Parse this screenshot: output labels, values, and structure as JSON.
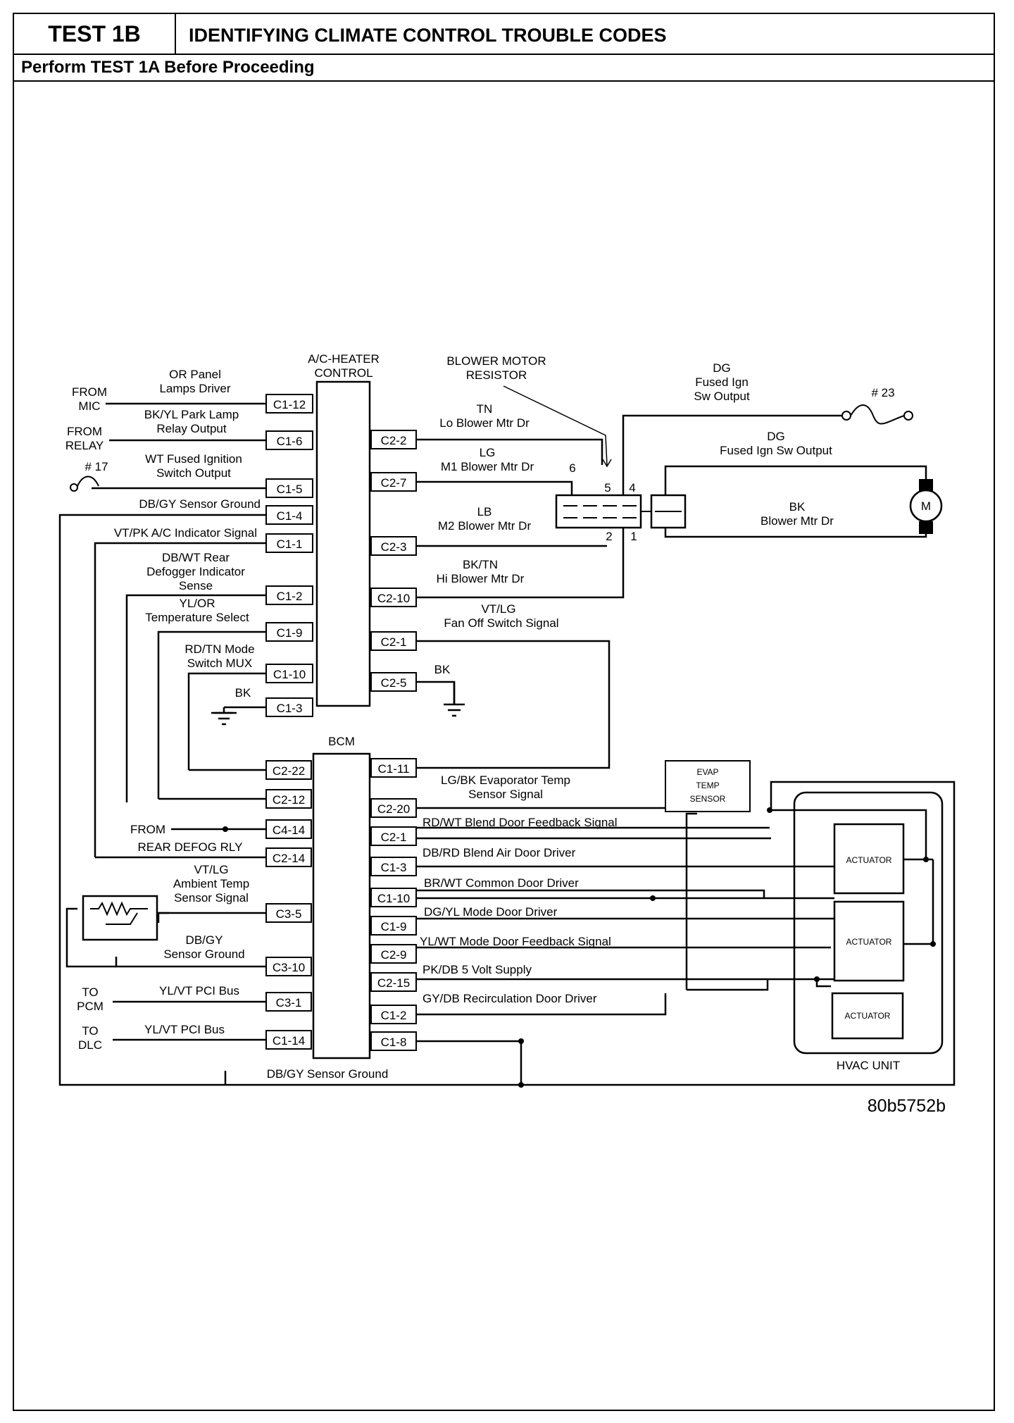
{
  "header": {
    "test_id": "TEST 1B",
    "title": "IDENTIFYING CLIMATE CONTROL TROUBLE CODES",
    "subtitle": "Perform TEST 1A Before Proceeding"
  },
  "modules": {
    "ac_heater": [
      "A/C-HEATER",
      "CONTROL"
    ],
    "bcm": "BCM",
    "blower_resistor": [
      "BLOWER MOTOR",
      "RESISTOR"
    ],
    "evap_sensor": [
      "EVAP",
      "TEMP",
      "SENSOR"
    ],
    "actuator": "ACTUATOR",
    "hvac_unit": "HVAC UNIT",
    "motor": "M",
    "fuse23": "# 23",
    "fuse17": "# 17"
  },
  "ac_left_pins": [
    "C1-12",
    "C1-6",
    "C1-5",
    "C1-4",
    "C1-1",
    "C1-2",
    "C1-9",
    "C1-10",
    "C1-3"
  ],
  "ac_right_pins": [
    "C2-2",
    "C2-7",
    "C2-3",
    "C2-10",
    "C2-1",
    "C2-5"
  ],
  "bcm_left_pins": [
    "C2-22",
    "C2-12",
    "C4-14",
    "C2-14",
    "C3-5",
    "C3-10",
    "C3-1",
    "C1-14"
  ],
  "bcm_right_pins": [
    "C1-11",
    "C2-20",
    "C2-1",
    "C1-3",
    "C1-10",
    "C1-9",
    "C2-9",
    "C2-15",
    "C1-2",
    "C1-8"
  ],
  "resistor_pins": [
    "5",
    "4",
    "6",
    "2",
    "1"
  ],
  "left_labels": {
    "from_mic": [
      "FROM",
      "MIC"
    ],
    "from_relay": [
      "FROM",
      "RELAY"
    ],
    "or_panel": [
      "OR Panel",
      "Lamps Driver"
    ],
    "bkyl_park": [
      "BK/YL Park Lamp",
      "Relay Output"
    ],
    "wt_fused": [
      "WT Fused Ignition",
      "Switch Output"
    ],
    "dbgy_ground": "DB/GY Sensor Ground",
    "vtpk": "VT/PK A/C Indicator Signal",
    "dbwt_rear": [
      "DB/WT Rear",
      "Defogger Indicator",
      "Sense"
    ],
    "ylor": [
      "YL/OR",
      "Temperature Select"
    ],
    "rdtn": [
      "RD/TN Mode",
      "Switch MUX"
    ],
    "bk_ground": "BK",
    "from_rear_defog": [
      "FROM",
      "REAR DEFOG RLY"
    ],
    "vtlg_ambient": [
      "VT/LG",
      "Ambient Temp",
      "Sensor Signal"
    ],
    "dbgy_sensor_ground": [
      "DB/GY",
      "Sensor Ground"
    ],
    "to_pcm": [
      "TO",
      "PCM"
    ],
    "to_dlc": [
      "TO",
      "DLC"
    ],
    "ylvt_pci_1": "YL/VT PCI Bus",
    "ylvt_pci_2": "YL/VT PCI Bus",
    "bottom_ground": "DB/GY Sensor Ground"
  },
  "right_labels": {
    "tn": [
      "TN",
      "Lo Blower Mtr Dr"
    ],
    "lg": [
      "LG",
      "M1 Blower Mtr Dr"
    ],
    "lb": [
      "LB",
      "M2 Blower Mtr Dr"
    ],
    "bktn": [
      "BK/TN",
      "Hi Blower Mtr Dr"
    ],
    "vtlg_fan": [
      "VT/LG",
      "Fan Off Switch Signal"
    ],
    "bk": "BK",
    "dg_top": [
      "DG",
      "Fused Ign",
      "Sw Output"
    ],
    "dg_second": [
      "DG",
      "Fused Ign Sw Output"
    ],
    "bk_blower": [
      "BK",
      "Blower Mtr Dr"
    ],
    "lgbk_evap": [
      "LG/BK Evaporator Temp",
      "Sensor Signal"
    ],
    "rdwt": "RD/WT Blend Door Feedback Signal",
    "dbrd": "DB/RD Blend Air Door Driver",
    "brwt": "BR/WT Common Door Driver",
    "dgyl": "DG/YL Mode Door Driver",
    "ylwt": "YL/WT Mode Door Feedback Signal",
    "pkdb": "PK/DB 5 Volt Supply",
    "gydb": "GY/DB Recirculation Door Driver"
  },
  "figure_id": "80b5752b"
}
